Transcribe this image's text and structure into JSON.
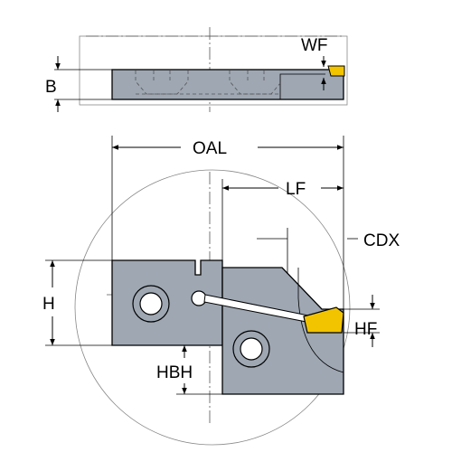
{
  "labels": {
    "wf": "WF",
    "b": "B",
    "oal": "OAL",
    "lf": "LF",
    "cdx": "CDX",
    "h": "H",
    "hf": "HF",
    "hbh": "HBH"
  },
  "colors": {
    "body": "#9ea7b2",
    "insert": "#f2c400",
    "outline": "#000000",
    "background": "#ffffff"
  }
}
